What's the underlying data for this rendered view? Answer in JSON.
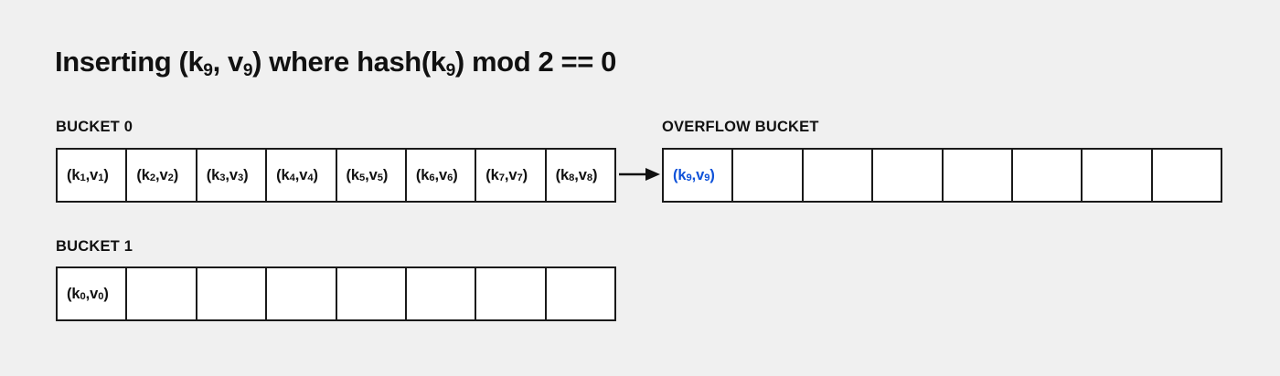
{
  "diagram": {
    "title": {
      "prefix": "Inserting (k",
      "sub1": "9",
      "mid1": ", v",
      "sub2": "9",
      "mid2": ") where hash(k",
      "sub3": "9",
      "suffix": ") mod 2 == 0",
      "full_text": "Inserting (k9, v9) where hash(k9) mod 2 == 0"
    },
    "background_color": "#f0f0f0",
    "border_color": "#1a1a1a",
    "text_color": "#111111",
    "highlight_color": "#0f52d9",
    "arrow": {
      "name": "overflow-arrow",
      "from": "bucket-0-last-cell",
      "to": "overflow-bucket-first-cell",
      "color": "#111111"
    },
    "buckets": [
      {
        "id": "bucket-0",
        "label": "BUCKET 0",
        "capacity": 8,
        "cells": [
          {
            "key": "k",
            "key_sub": "1",
            "val": "v",
            "val_sub": "1",
            "text": "(k1, v1)",
            "empty": false,
            "highlight": false
          },
          {
            "key": "k",
            "key_sub": "2",
            "val": "v",
            "val_sub": "2",
            "text": "(k2, v2)",
            "empty": false,
            "highlight": false
          },
          {
            "key": "k",
            "key_sub": "3",
            "val": "v",
            "val_sub": "3",
            "text": "(k3, v3)",
            "empty": false,
            "highlight": false
          },
          {
            "key": "k",
            "key_sub": "4",
            "val": "v",
            "val_sub": "4",
            "text": "(k4, v4)",
            "empty": false,
            "highlight": false
          },
          {
            "key": "k",
            "key_sub": "5",
            "val": "v",
            "val_sub": "5",
            "text": "(k5, v5)",
            "empty": false,
            "highlight": false
          },
          {
            "key": "k",
            "key_sub": "6",
            "val": "v",
            "val_sub": "6",
            "text": "(k6, v6)",
            "empty": false,
            "highlight": false
          },
          {
            "key": "k",
            "key_sub": "7",
            "val": "v",
            "val_sub": "7",
            "text": "(k7, v7)",
            "empty": false,
            "highlight": false
          },
          {
            "key": "k",
            "key_sub": "8",
            "val": "v",
            "val_sub": "8",
            "text": "(k8, v8)",
            "empty": false,
            "highlight": false
          }
        ]
      },
      {
        "id": "overflow-bucket",
        "label": "OVERFLOW BUCKET",
        "capacity": 8,
        "cells": [
          {
            "key": "k",
            "key_sub": "9",
            "val": "v",
            "val_sub": "9",
            "text": "(k9, v9)",
            "empty": false,
            "highlight": true
          },
          {
            "key": "",
            "key_sub": "",
            "val": "",
            "val_sub": "",
            "text": "",
            "empty": true,
            "highlight": false
          },
          {
            "key": "",
            "key_sub": "",
            "val": "",
            "val_sub": "",
            "text": "",
            "empty": true,
            "highlight": false
          },
          {
            "key": "",
            "key_sub": "",
            "val": "",
            "val_sub": "",
            "text": "",
            "empty": true,
            "highlight": false
          },
          {
            "key": "",
            "key_sub": "",
            "val": "",
            "val_sub": "",
            "text": "",
            "empty": true,
            "highlight": false
          },
          {
            "key": "",
            "key_sub": "",
            "val": "",
            "val_sub": "",
            "text": "",
            "empty": true,
            "highlight": false
          },
          {
            "key": "",
            "key_sub": "",
            "val": "",
            "val_sub": "",
            "text": "",
            "empty": true,
            "highlight": false
          },
          {
            "key": "",
            "key_sub": "",
            "val": "",
            "val_sub": "",
            "text": "",
            "empty": true,
            "highlight": false
          }
        ]
      },
      {
        "id": "bucket-1",
        "label": "BUCKET 1",
        "capacity": 8,
        "cells": [
          {
            "key": "k",
            "key_sub": "0",
            "val": "v",
            "val_sub": "0",
            "text": "(k0, v0)",
            "empty": false,
            "highlight": false
          },
          {
            "key": "",
            "key_sub": "",
            "val": "",
            "val_sub": "",
            "text": "",
            "empty": true,
            "highlight": false
          },
          {
            "key": "",
            "key_sub": "",
            "val": "",
            "val_sub": "",
            "text": "",
            "empty": true,
            "highlight": false
          },
          {
            "key": "",
            "key_sub": "",
            "val": "",
            "val_sub": "",
            "text": "",
            "empty": true,
            "highlight": false
          },
          {
            "key": "",
            "key_sub": "",
            "val": "",
            "val_sub": "",
            "text": "",
            "empty": true,
            "highlight": false
          },
          {
            "key": "",
            "key_sub": "",
            "val": "",
            "val_sub": "",
            "text": "",
            "empty": true,
            "highlight": false
          },
          {
            "key": "",
            "key_sub": "",
            "val": "",
            "val_sub": "",
            "text": "",
            "empty": true,
            "highlight": false
          },
          {
            "key": "",
            "key_sub": "",
            "val": "",
            "val_sub": "",
            "text": "",
            "empty": true,
            "highlight": false
          }
        ]
      }
    ]
  }
}
